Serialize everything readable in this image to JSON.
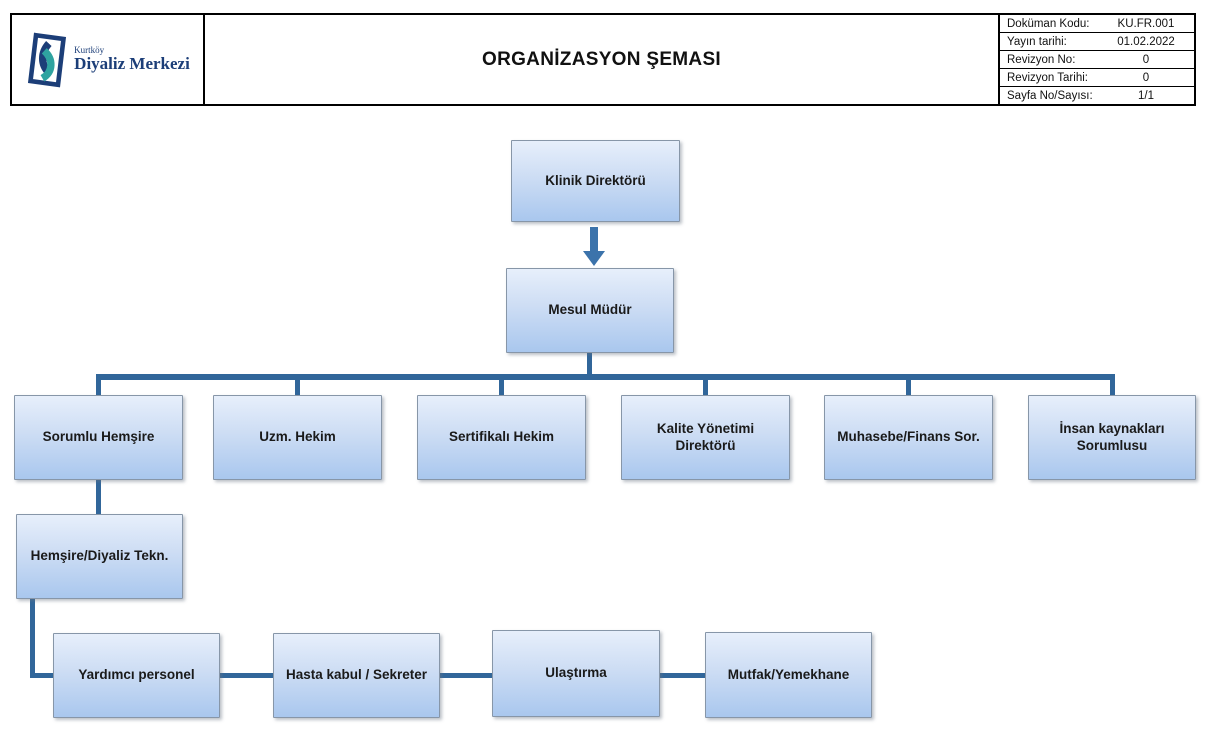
{
  "document": {
    "title": "ORGANİZASYON ŞEMASI",
    "logo": {
      "brand_top": "Kurtköy",
      "brand_bottom": "Diyaliz Merkezi"
    },
    "info_table": {
      "rows": [
        {
          "label": "Doküman Kodu:",
          "value": "KU.FR.001"
        },
        {
          "label": "Yayın tarihi:",
          "value": "01.02.2022"
        },
        {
          "label": "Revizyon No:",
          "value": "0"
        },
        {
          "label": "Revizyon Tarihi:",
          "value": "0"
        },
        {
          "label": "Sayfa No/Sayısı:",
          "value": "1/1"
        }
      ]
    }
  },
  "org_chart": {
    "nodes": {
      "klinik_direktoru": {
        "label": "Klinik Direktörü",
        "reports_to": null
      },
      "mesul_mudur": {
        "label": "Mesul Müdür",
        "reports_to": "klinik_direktoru"
      },
      "sorumlu_hemsire": {
        "label": "Sorumlu Hemşire",
        "reports_to": "mesul_mudur"
      },
      "uzm_hekim": {
        "label": "Uzm. Hekim",
        "reports_to": "mesul_mudur"
      },
      "sertifikali_hekim": {
        "label": "Sertifikalı Hekim",
        "reports_to": "mesul_mudur"
      },
      "kalite_direktoru": {
        "label": "Kalite Yönetimi Direktörü",
        "reports_to": "mesul_mudur"
      },
      "muhasebe_finans": {
        "label": "Muhasebe/Finans Sor.",
        "reports_to": "mesul_mudur"
      },
      "insan_kaynaklari": {
        "label": "İnsan kaynakları Sorumlusu",
        "reports_to": "mesul_mudur"
      },
      "hemsire_diyaliz": {
        "label": "Hemşire/Diyaliz Tekn.",
        "reports_to": "sorumlu_hemsire"
      },
      "yardimci_personel": {
        "label": "Yardımcı personel",
        "reports_to": "hemsire_diyaliz"
      },
      "hasta_kabul": {
        "label": "Hasta kabul / Sekreter",
        "reports_to": "hemsire_diyaliz"
      },
      "ulastirma": {
        "label": "Ulaştırma",
        "reports_to": "hemsire_diyaliz"
      },
      "mutfak_yemekhane": {
        "label": "Mutfak/Yemekhane",
        "reports_to": "hemsire_diyaliz"
      }
    }
  },
  "colors": {
    "node_fill_top": "#e7effb",
    "node_fill_bottom": "#a9c7ee",
    "node_border": "#8796a8",
    "connector": "#31669a",
    "arrow": "#3c73ab",
    "logo_navy": "#1c3e78",
    "logo_teal": "#2fa3a0",
    "header_border": "#000000"
  }
}
